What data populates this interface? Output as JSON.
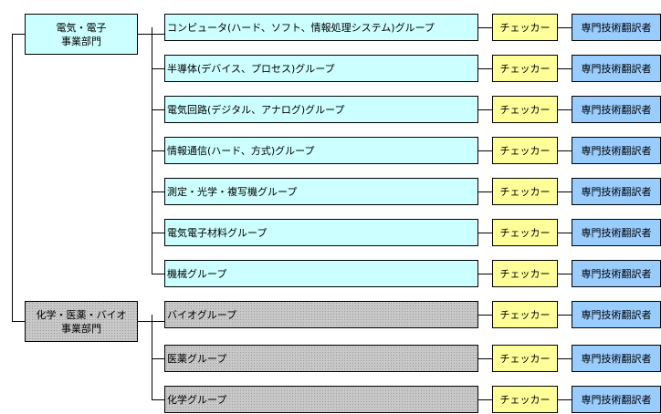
{
  "departments": [
    {
      "id": "electronics",
      "lines": [
        "電気・電子",
        "事業部門"
      ],
      "color": "cyan",
      "groups": [
        "コンピュータ(ハード、ソフト、情報処理システム)グループ",
        "半導体(デバイス、プロセス)グループ",
        "電気回路(デジタル、アナログ)グループ",
        "情報通信(ハード、方式)グループ",
        "測定・光学・複写機グループ",
        "電気電子材料グループ",
        "機械グループ"
      ]
    },
    {
      "id": "chem-bio",
      "lines": [
        "化学・医薬・バイオ",
        "事業部門"
      ],
      "color": "gray",
      "groups": [
        "バイオグループ",
        "医薬グループ",
        "化学グループ"
      ]
    }
  ],
  "checker_label": "チェッカー",
  "translator_label": "専門技術翻訳者",
  "colors": {
    "cyan_fill": "#ccffff",
    "gray_fill": "#c8c8c8",
    "checker_fill": "#ffff99",
    "translator_fill": "#99ccff"
  }
}
